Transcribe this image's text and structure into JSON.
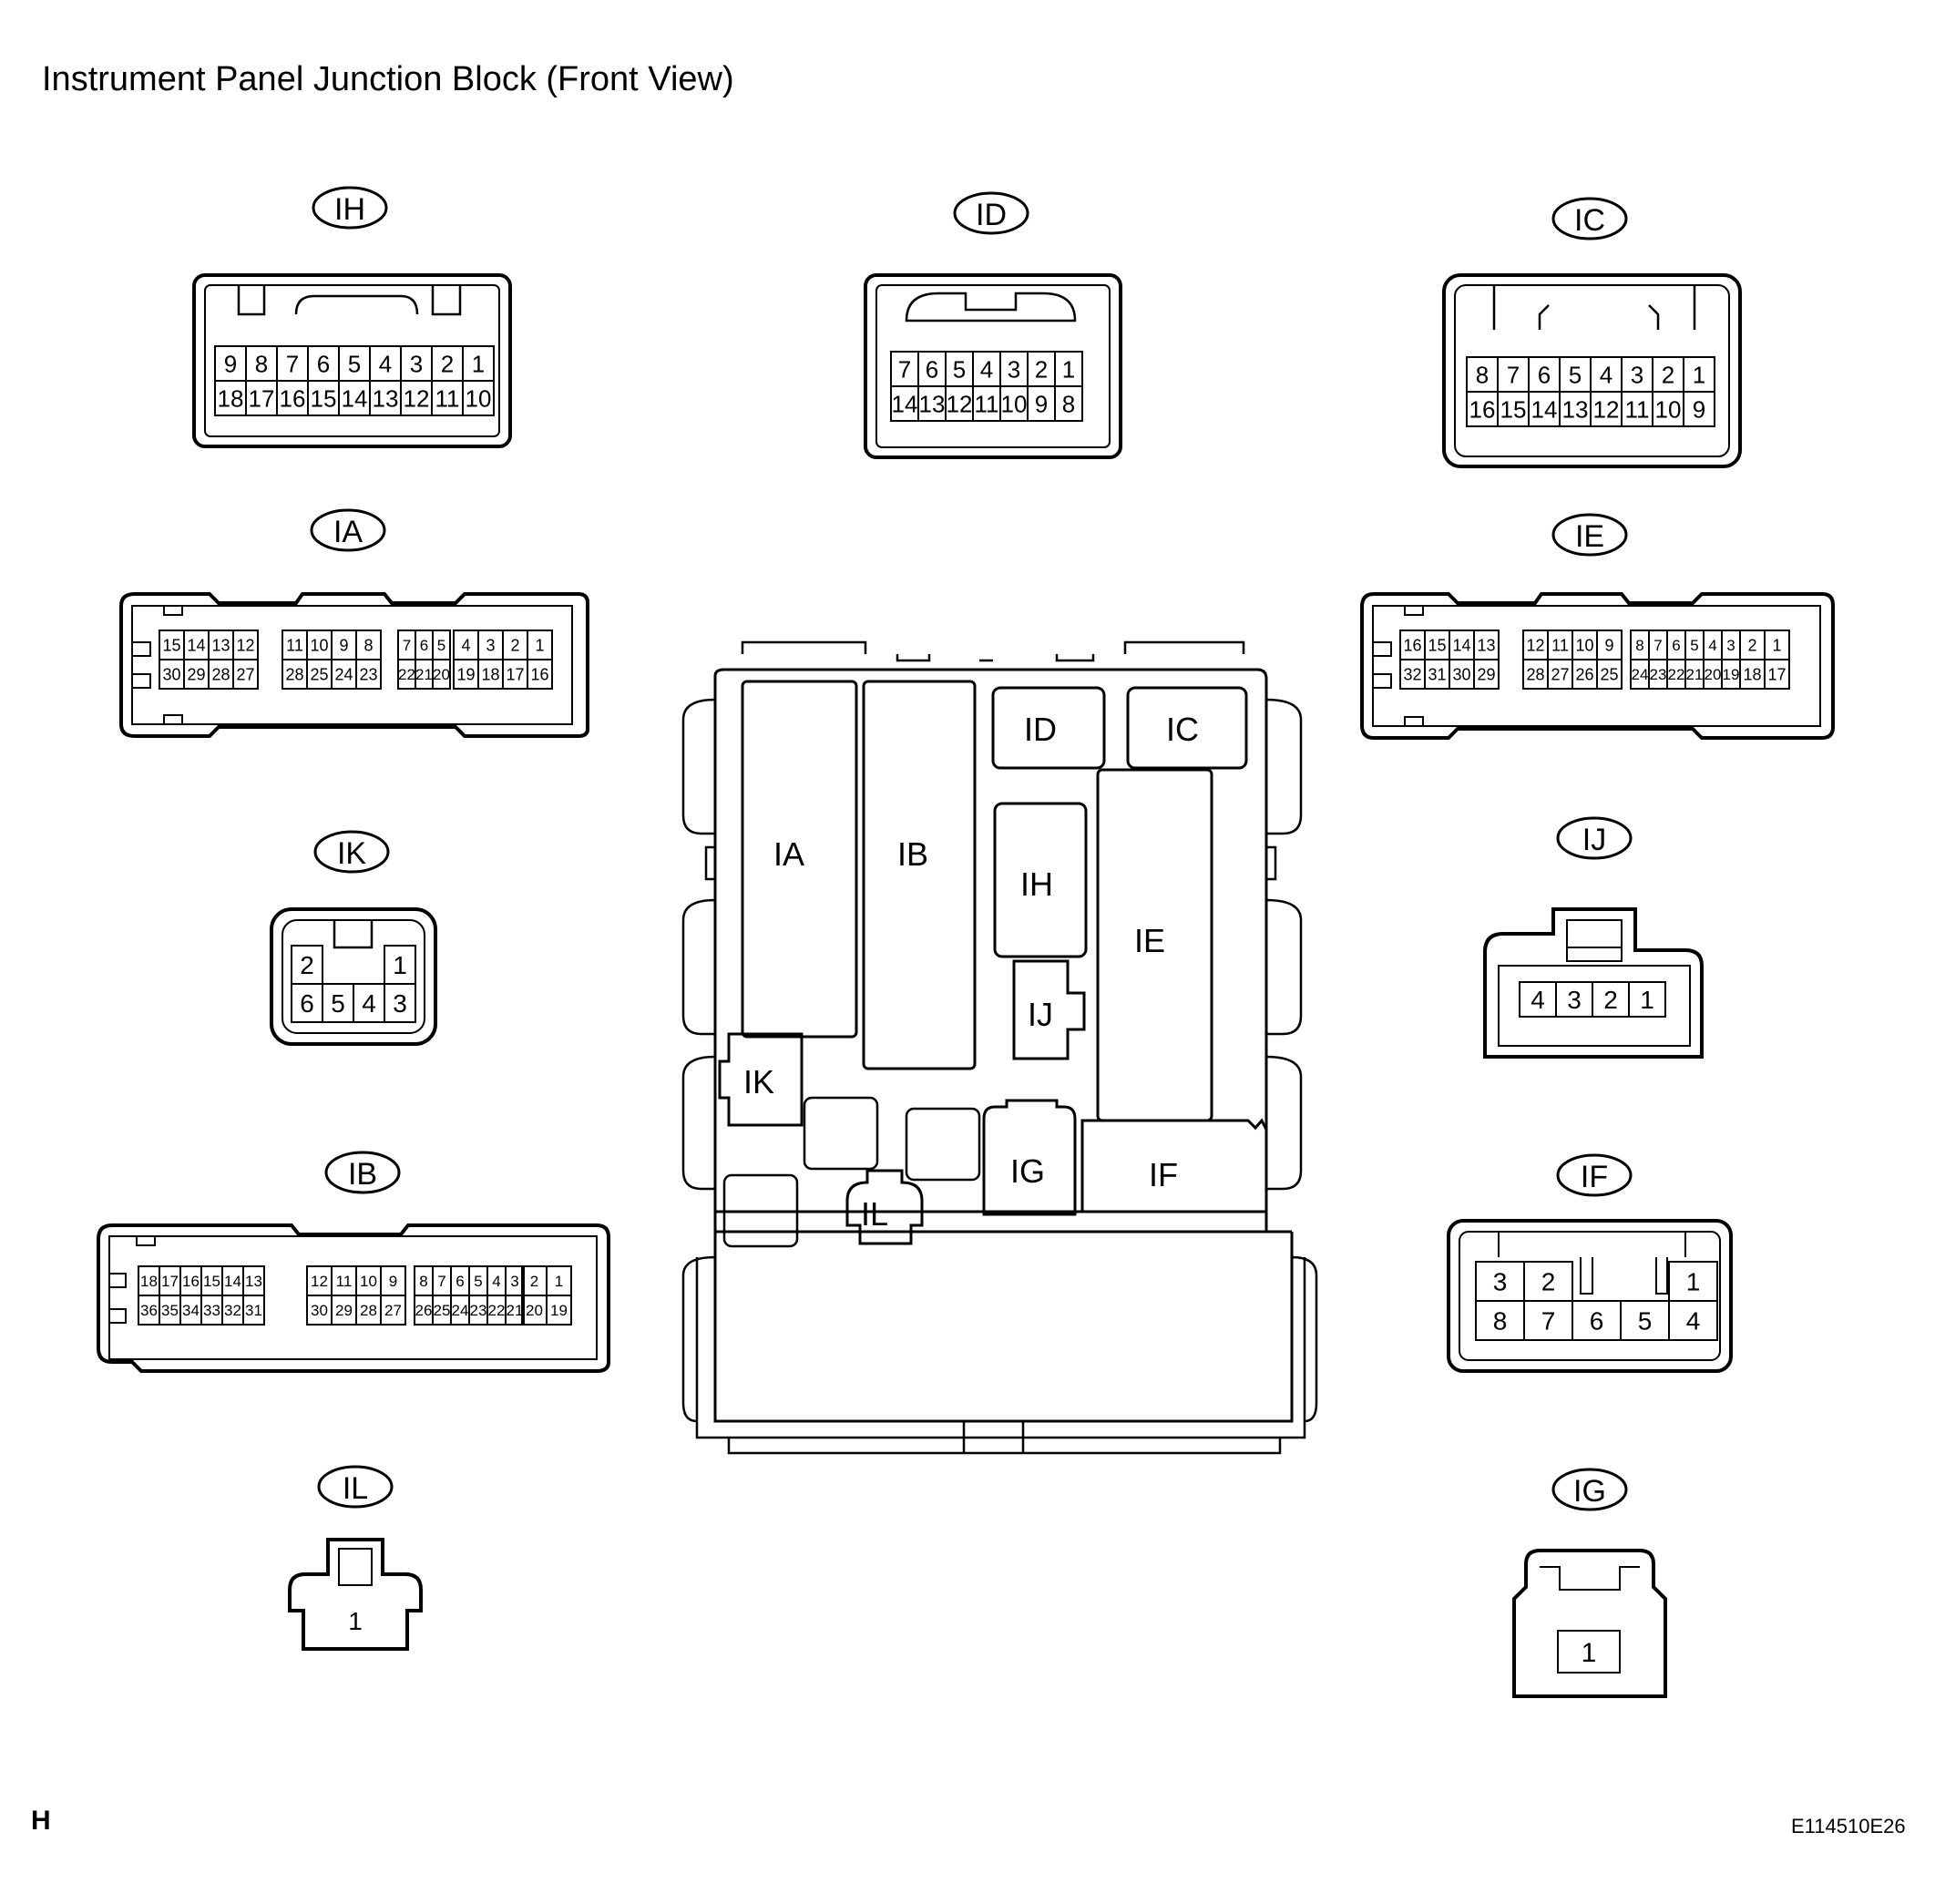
{
  "title": "Instrument Panel Junction Block (Front View)",
  "page_letter": "H",
  "figure_id": "E114510E26",
  "block_slots": {
    "IA": "IA",
    "IB": "IB",
    "ID": "ID",
    "IC": "IC",
    "IH": "IH",
    "IE": "IE",
    "IJ": "IJ",
    "IK": "IK",
    "IG": "IG",
    "IF": "IF",
    "IL": "IL"
  },
  "connectors": [
    {
      "id": "IH",
      "label": "IH",
      "rows": [
        [
          9,
          8,
          7,
          6,
          5,
          4,
          3,
          2,
          1
        ],
        [
          18,
          17,
          16,
          15,
          14,
          13,
          12,
          11,
          10
        ]
      ]
    },
    {
      "id": "ID",
      "label": "ID",
      "rows": [
        [
          7,
          6,
          5,
          4,
          3,
          2,
          1
        ],
        [
          14,
          13,
          12,
          11,
          10,
          9,
          8
        ]
      ]
    },
    {
      "id": "IC",
      "label": "IC",
      "rows": [
        [
          8,
          7,
          6,
          5,
          4,
          3,
          2,
          1
        ],
        [
          16,
          15,
          14,
          13,
          12,
          11,
          10,
          9
        ]
      ]
    },
    {
      "id": "IA",
      "label": "IA",
      "groups": [
        {
          "rows": [
            [
              15,
              14,
              13,
              12
            ],
            [
              30,
              29,
              28,
              27
            ]
          ]
        },
        {
          "rows": [
            [
              11,
              10,
              9,
              8
            ],
            [
              28,
              25,
              24,
              23
            ]
          ]
        },
        {
          "rows": [
            [
              7,
              6,
              5
            ],
            [
              22,
              21,
              20
            ]
          ]
        },
        {
          "rows": [
            [
              4,
              3,
              2,
              1
            ],
            [
              19,
              18,
              17,
              16
            ]
          ]
        }
      ]
    },
    {
      "id": "IE",
      "label": "IE",
      "groups": [
        {
          "rows": [
            [
              16,
              15,
              14,
              13
            ],
            [
              32,
              31,
              30,
              29
            ]
          ]
        },
        {
          "rows": [
            [
              12,
              11,
              10,
              9
            ],
            [
              28,
              27,
              26,
              25
            ]
          ]
        },
        {
          "rows": [
            [
              8,
              7,
              6,
              5,
              4,
              3
            ],
            [
              24,
              23,
              22,
              21,
              20,
              19
            ]
          ]
        },
        {
          "rows": [
            [
              2,
              1
            ],
            [
              18,
              17
            ]
          ]
        }
      ]
    },
    {
      "id": "IK",
      "label": "IK",
      "rows": [
        [
          2,
          1
        ],
        [
          6,
          5,
          4,
          3
        ]
      ]
    },
    {
      "id": "IJ",
      "label": "IJ",
      "rows": [
        [
          4,
          3,
          2,
          1
        ]
      ]
    },
    {
      "id": "IB",
      "label": "IB",
      "groups": [
        {
          "rows": [
            [
              18,
              17,
              16,
              15,
              14,
              13
            ],
            [
              36,
              35,
              34,
              33,
              32,
              31
            ]
          ]
        },
        {
          "rows": [
            [
              12,
              11,
              10,
              9
            ],
            [
              30,
              29,
              28,
              27
            ]
          ]
        },
        {
          "rows": [
            [
              8,
              7,
              6,
              5,
              4,
              3
            ],
            [
              26,
              25,
              24,
              23,
              22,
              21
            ]
          ]
        },
        {
          "rows": [
            [
              2,
              1
            ],
            [
              20,
              19
            ]
          ]
        }
      ]
    },
    {
      "id": "IF",
      "label": "IF",
      "rows": [
        [
          3,
          2,
          1
        ],
        [
          8,
          7,
          6,
          5,
          4
        ]
      ]
    },
    {
      "id": "IL",
      "label": "IL",
      "rows": [
        [
          1
        ]
      ]
    },
    {
      "id": "IG",
      "label": "IG",
      "rows": [
        [
          1
        ]
      ]
    }
  ]
}
